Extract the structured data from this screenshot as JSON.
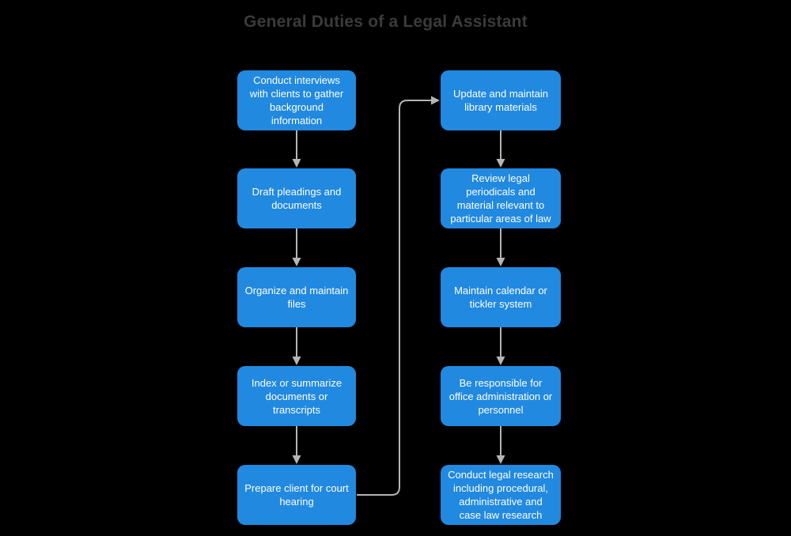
{
  "title": "General Duties of a Legal Assistant",
  "flowchart": {
    "left_column": [
      "Conduct interviews with clients to gather background information",
      "Draft pleadings and documents",
      "Organize and maintain files",
      "Index or summarize documents or transcripts",
      "Prepare client for court hearing"
    ],
    "right_column": [
      "Update and maintain library materials",
      "Review legal periodicals and material relevant to particular areas of law",
      "Maintain calendar or tickler system",
      "Be responsible for office administration or personnel",
      "Conduct legal research including procedural, administrative and case law research"
    ],
    "edges": [
      {
        "from": "Conduct interviews with clients to gather background information",
        "to": "Draft pleadings and documents"
      },
      {
        "from": "Draft pleadings and documents",
        "to": "Organize and maintain files"
      },
      {
        "from": "Organize and maintain files",
        "to": "Index or summarize documents or transcripts"
      },
      {
        "from": "Index or summarize documents or transcripts",
        "to": "Prepare client for court hearing"
      },
      {
        "from": "Prepare client for court hearing",
        "to": "Update and maintain library materials"
      },
      {
        "from": "Update and maintain library materials",
        "to": "Review legal periodicals and material relevant to particular areas of law"
      },
      {
        "from": "Review legal periodicals and material relevant to particular areas of law",
        "to": "Maintain calendar or tickler system"
      },
      {
        "from": "Maintain calendar or tickler system",
        "to": "Be responsible for office administration or personnel"
      },
      {
        "from": "Be responsible for office administration or personnel",
        "to": "Conduct legal research including procedural, administrative and case law research"
      }
    ]
  },
  "colors": {
    "background": "#000000",
    "node_fill": "#2189e0",
    "node_text": "#ffffff",
    "arrow": "#b5b5b5",
    "title_text": "#3b3b3b"
  }
}
